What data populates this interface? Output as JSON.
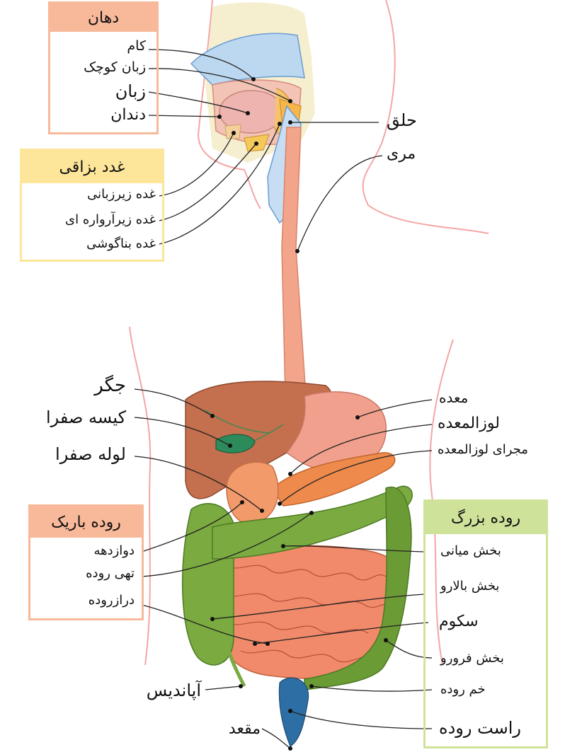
{
  "colors": {
    "body_outline": "#f4a6a6",
    "mouth_box": "#f8b99a",
    "salivary_box": "#fde59a",
    "small_intestine_box": "#f8b99a",
    "large_intestine_box": "#cfe29a",
    "esophagus": "#f2a58a",
    "liver": "#c46f4d",
    "stomach": "#f0a08c",
    "pancreas": "#ee8a4c",
    "small_intestine": "#f08a6a",
    "large_intestine": "#7aaa40",
    "gallbladder": "#2d8a5a",
    "rectum": "#2d6fa4"
  },
  "boxes": {
    "mouth": {
      "title": "دهان",
      "items": [
        "کام",
        "زبان کوچک",
        "زبان",
        "دندان"
      ]
    },
    "salivary": {
      "title": "غدد بزاقی",
      "items": [
        "غده زیرزبانی",
        "غده زیرآرواره ای",
        "غده بناگوشی"
      ]
    },
    "small_intestine": {
      "title": "روده باریک",
      "items": [
        "دوازدهه",
        "تهی روده",
        "درازروده"
      ]
    },
    "large_intestine": {
      "title": "روده بزرگ",
      "items": [
        "بخش میانی",
        "بخش بالارو",
        "سکوم",
        "بخش فرورو",
        "خم روده",
        "راست روده"
      ]
    }
  },
  "labels": {
    "pharynx": "حلق",
    "esophagus": "مری",
    "liver": "جگر",
    "gallbladder": "کیسه صفرا",
    "bile_duct": "لوله صفرا",
    "stomach": "معده",
    "pancreas": "لوزالمعده",
    "pancreatic_duct": "مجرای لوزالمعده",
    "appendix": "آپاندیس",
    "anus": "مقعد"
  }
}
